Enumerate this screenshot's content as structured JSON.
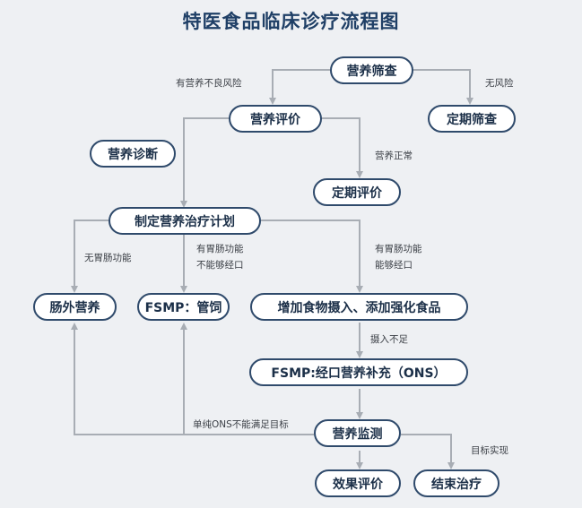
{
  "title": "特医食品临床诊疗流程图",
  "nodes": {
    "screening": "营养筛查",
    "evaluation": "营养评价",
    "regular_screening": "定期筛查",
    "diagnosis": "营养诊断",
    "regular_evaluation": "定期评价",
    "plan": "制定营养治疗计划",
    "parenteral": "肠外营养",
    "fsmp_tube": "FSMP：管饲",
    "increase_food": "增加食物摄入、添加强化食品",
    "fsmp_ons": "FSMP:经口营养补充（ONS）",
    "monitoring": "营养监测",
    "effect_evaluation": "效果评价",
    "end_treatment": "结束治疗"
  },
  "labels": {
    "has_risk": "有营养不良风险",
    "no_risk": "无风险",
    "normal": "营养正常",
    "no_gi_line1": "无胃肠功能",
    "gi_no_oral_line1": "有胃肠功能",
    "gi_no_oral_line2": "不能够经口",
    "gi_oral_line1": "有胃肠功能",
    "gi_oral_line2": "能够经口",
    "insufficient": "摄入不足",
    "ons_not_enough": "单纯ONS不能满足目标",
    "goal_reached": "目标实现"
  },
  "colors": {
    "box_border": "#2f4a6b",
    "line": "#a8adb4",
    "title": "#1f3f66",
    "background": "#eef0f3"
  }
}
